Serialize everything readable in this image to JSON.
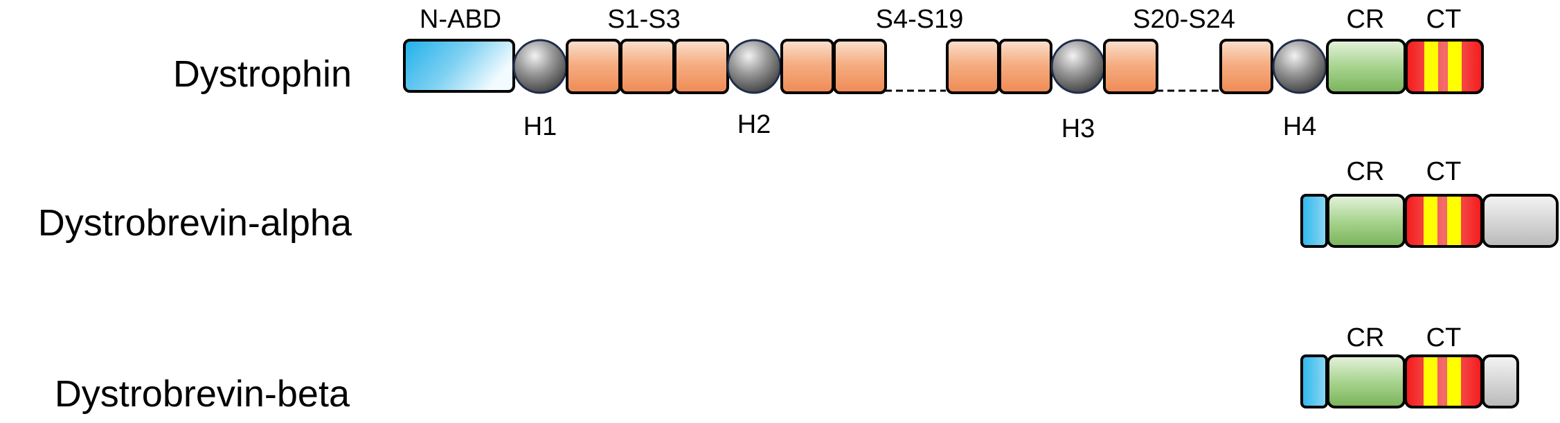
{
  "colors": {
    "n_abd": "#29b6ea",
    "spectrin_repeat": "#f0915c",
    "hinge": "#6f6f6f",
    "cysteine_rich": "#86bf66",
    "c_terminal": "#f23a3a",
    "c_terminal_stripe": "#ffff00",
    "extension": "#c8c8c8",
    "outline": "#000000"
  },
  "proteins": [
    {
      "name": "Dystrophin",
      "domain_labels": {
        "n_abd": "N-ABD",
        "s1_s3": "S1-S3",
        "s4_s19": "S4-S19",
        "s20_s24": "S20-S24",
        "cr": "CR",
        "ct": "CT"
      },
      "hinges": [
        "H1",
        "H2",
        "H3",
        "H4"
      ]
    },
    {
      "name": "Dystrobrevin-alpha",
      "domain_labels": {
        "cr": "CR",
        "ct": "CT"
      }
    },
    {
      "name": "Dystrobrevin-beta",
      "domain_labels": {
        "cr": "CR",
        "ct": "CT"
      }
    }
  ]
}
